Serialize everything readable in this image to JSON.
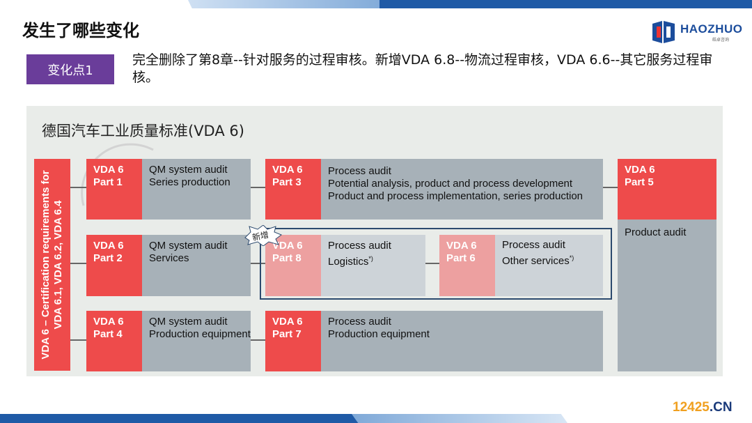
{
  "page_title": "发生了哪些变化",
  "logo": {
    "name": "HAOZHUO",
    "tagline": "皓卓咨询"
  },
  "change": {
    "badge": "变化点1",
    "text": "完全删除了第8章--针对服务的过程审核。新增VDA 6.8--物流过程审核，VDA 6.6--其它服务过程审核。"
  },
  "figure": {
    "title": "德国汽车工业质量标准(VDA 6)",
    "cert_bar": "VDA 6 – Certification requirements for VDA 6.1, VDA 6.2, VDA 6.4",
    "new_badge": "新增",
    "boxes": {
      "part1": {
        "code_line1": "VDA 6",
        "code_line2": "Part 1",
        "desc": "QM system audit Series production"
      },
      "part2": {
        "code_line1": "VDA 6",
        "code_line2": "Part 2",
        "desc": "QM system audit Services"
      },
      "part4": {
        "code_line1": "VDA 6",
        "code_line2": "Part 4",
        "desc": "QM system audit Production equipment"
      },
      "part3": {
        "code_line1": "VDA 6",
        "code_line2": "Part 3",
        "desc_line1": "Process audit",
        "desc_line2": "Potential analysis, product and process development",
        "desc_line3": "Product and process implementation, series production"
      },
      "part8": {
        "code_line1": "VDA 6",
        "code_line2": "Part 8",
        "desc_line1": "Process audit",
        "desc_line2": "Logistics",
        "footnote": "*)"
      },
      "part6": {
        "code_line1": "VDA 6",
        "code_line2": "Part 6",
        "desc_line1": "Process audit",
        "desc_line2": "Other services",
        "footnote": "*)"
      },
      "part7": {
        "code_line1": "VDA 6",
        "code_line2": "Part 7",
        "desc_line1": "Process audit",
        "desc_line2": "Production equipment"
      },
      "part5": {
        "code_line1": "VDA 6",
        "code_line2": "Part 5",
        "desc": "Product audit"
      }
    }
  },
  "footer": {
    "site_prefix": "12425",
    "site_suffix": ".CN"
  },
  "colors": {
    "accent_red": "#ee4b4b",
    "badge_purple": "#6a3d9a",
    "brand_blue": "#1f5aa6"
  }
}
